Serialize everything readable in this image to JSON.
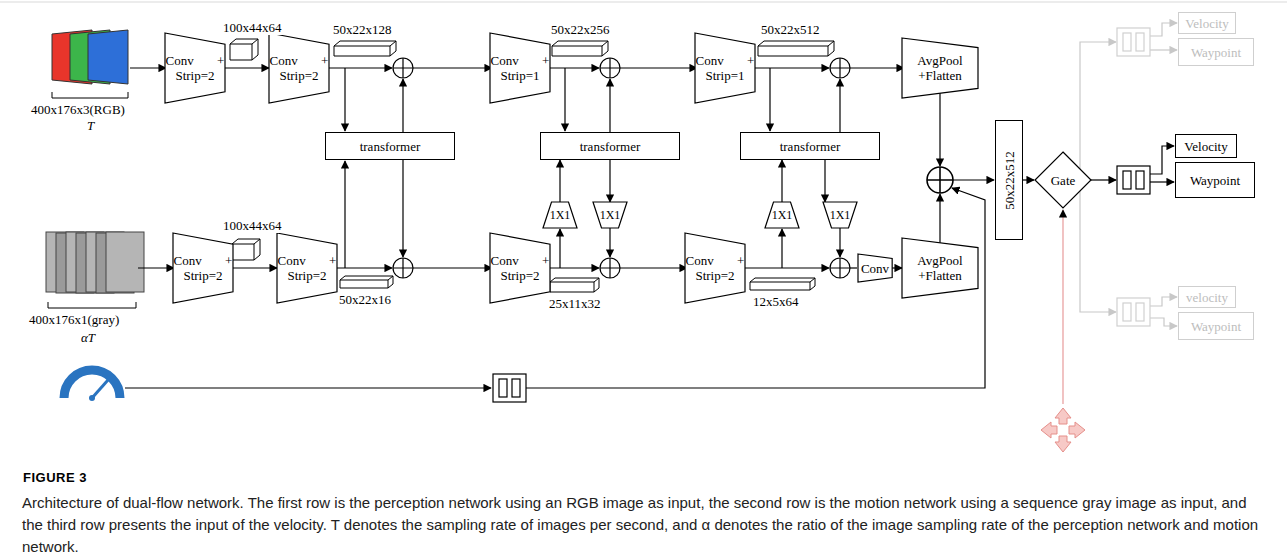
{
  "diagram": {
    "caption": "Architecture of dual-flow network. The first row is the perception network using an RGB image as input, the second row is the motion network using a sequence gray image as input, and the third row presents the input of the velocity. T denotes the sampling rate of images per second, and α denotes the ratio of the image sampling rate of the perception network and motion network.",
    "nodes": [
      {
        "text": [
          "Conv + Strip=2"
        ]
      },
      {
        "text": [
          "Conv + Strip=2"
        ]
      },
      {
        "text": [
          "transformer"
        ]
      },
      {
        "text": [
          "Conv + Strip=1"
        ]
      },
      {
        "text": [
          "transformer"
        ]
      },
      {
        "text": [
          "Conv + Strip=1"
        ]
      },
      {
        "text": [
          "transformer"
        ]
      },
      {
        "text": [
          "AvgPool +Flatten"
        ]
      },
      {
        "text": [
          "Conv + Strip=2"
        ]
      },
      {
        "text": [
          "Conv + Strip=2"
        ]
      },
      {
        "text": [
          "Conv + Strip=2"
        ]
      },
      {
        "text": [
          "1X1"
        ]
      },
      {
        "text": [
          "1X1"
        ]
      },
      {
        "text": [
          "Conv + Strip=2"
        ]
      },
      {
        "text": [
          "1X1"
        ]
      },
      {
        "text": [
          "1X1"
        ]
      },
      {
        "text": [
          "Conv"
        ]
      },
      {
        "text": [
          "AvgPool +Flatten"
        ]
      },
      {
        "text": [
          "50x22x512"
        ]
      },
      {
        "text": [
          "Gate"
        ]
      },
      {
        "text": [
          "Velocity"
        ]
      },
      {
        "text": [
          "Waypoint"
        ]
      },
      {
        "text": [
          "Velocity"
        ]
      },
      {
        "text": [
          "Waypoint"
        ]
      },
      {
        "text": [
          "velocity"
        ]
      },
      {
        "text": [
          "Waypoint"
        ]
      }
    ],
    "edges": [
      {
        "from": 0,
        "to": 1,
        "arrow": "to"
      },
      {
        "from": 8,
        "to": 9,
        "arrow": "to"
      },
      {
        "from": 11,
        "to": 4,
        "arrow": "to"
      },
      {
        "from": 4,
        "to": 12,
        "arrow": "to"
      },
      {
        "from": 14,
        "to": 6,
        "arrow": "to"
      },
      {
        "from": 6,
        "to": 15,
        "arrow": "to"
      },
      {
        "from": 16,
        "to": 17,
        "arrow": "to"
      }
    ],
    "labels": [
      "400x176x3(RGB)",
      "T",
      "100x44x64",
      "50x22x128",
      "50x22x256",
      "50x22x512",
      "400x176x1(gray)",
      "αT",
      "100x44x64",
      "50x22x16",
      "25x11x32",
      "12x5x64",
      "FIGURE 3"
    ]
  }
}
